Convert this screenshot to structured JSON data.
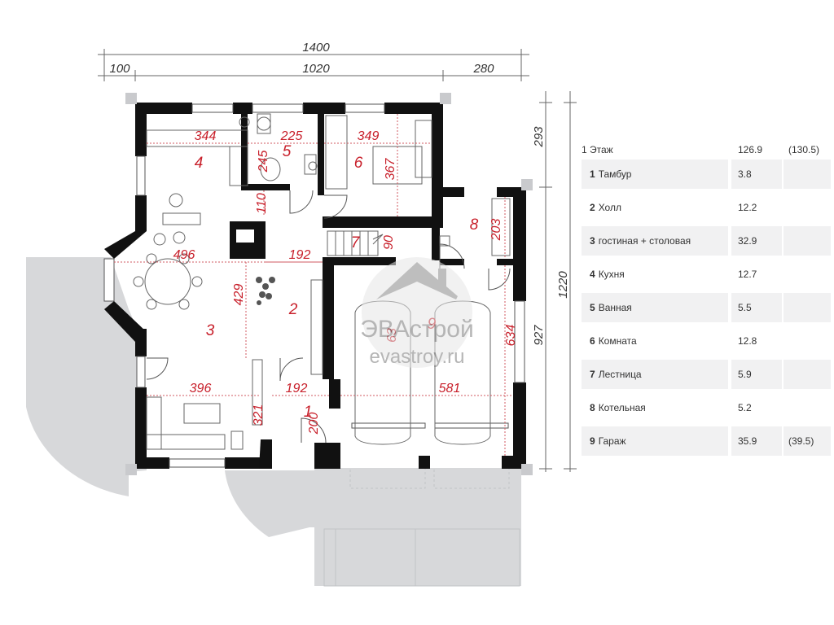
{
  "dimensions": {
    "overall_width": "1400",
    "left_offset": "100",
    "main_width": "1020",
    "right_offset": "280",
    "top_right_depth": "293",
    "total_depth": "1220",
    "garage_depth": "927"
  },
  "inner_dimensions": [
    "344",
    "225",
    "349",
    "245",
    "367",
    "110",
    "496",
    "192",
    "90",
    "203",
    "429",
    "63",
    "634",
    "396",
    "192",
    "581",
    "321",
    "200"
  ],
  "room_labels": [
    "1",
    "2",
    "3",
    "4",
    "5",
    "6",
    "7",
    "8",
    "9"
  ],
  "watermark": {
    "brand": "ЭВАстрой",
    "site": "evastroy.ru"
  },
  "legend": {
    "floor": "1 Этаж",
    "floor_area": "126.9",
    "floor_total": "(130.5)",
    "rooms": [
      {
        "num": "1",
        "name": "Тамбур",
        "area": "3.8",
        "total": ""
      },
      {
        "num": "2",
        "name": "Холл",
        "area": "12.2",
        "total": ""
      },
      {
        "num": "3",
        "name": "гостиная + столовая",
        "area": "32.9",
        "total": ""
      },
      {
        "num": "4",
        "name": "Кухня",
        "area": "12.7",
        "total": ""
      },
      {
        "num": "5",
        "name": "Ванная",
        "area": "5.5",
        "total": ""
      },
      {
        "num": "6",
        "name": "Комната",
        "area": "12.8",
        "total": ""
      },
      {
        "num": "7",
        "name": "Лестница",
        "area": "5.9",
        "total": ""
      },
      {
        "num": "8",
        "name": "Котельная",
        "area": "5.2",
        "total": ""
      },
      {
        "num": "9",
        "name": "Гараж",
        "area": "35.9",
        "total": "(39.5)"
      }
    ]
  },
  "colors": {
    "wall": "#111111",
    "terrace": "#d7d8da",
    "dimension_red": "#c8202b",
    "row_shade": "#f1f1f2"
  }
}
